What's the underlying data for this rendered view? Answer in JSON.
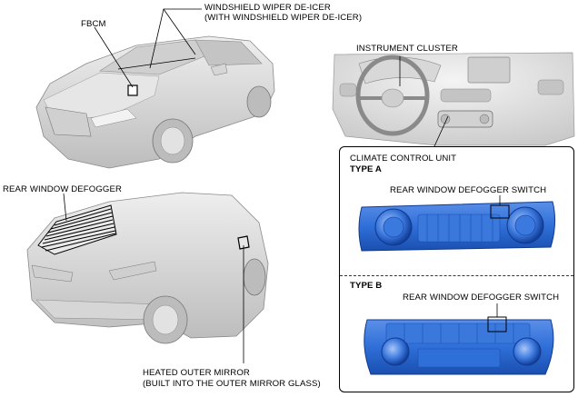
{
  "labels": {
    "fbcm": "FBCM",
    "wiper_line1": "WINDSHIELD WIPER DE-ICER",
    "wiper_line2": "(WITH WINDSHIELD WIPER DE-ICER)",
    "rear_defogger": "REAR WINDOW DEFOGGER",
    "mirror_line1": "HEATED OUTER MIRROR",
    "mirror_line2": "(BUILT INTO THE OUTER MIRROR GLASS)",
    "instrument_cluster": "INSTRUMENT CLUSTER",
    "climate_unit": "CLIMATE CONTROL UNIT",
    "type_a": "TYPE A",
    "type_b": "TYPE B",
    "switch_a": "REAR WINDOW DEFOGGER SWITCH",
    "switch_b": "REAR WINDOW DEFOGGER SWITCH"
  },
  "colors": {
    "panel_blue": "#2f6fd8",
    "panel_blue_dark": "#123f9a",
    "panel_blue_light": "#6fa0f0",
    "car_gray": "#d9d9d9",
    "line": "#000000"
  }
}
